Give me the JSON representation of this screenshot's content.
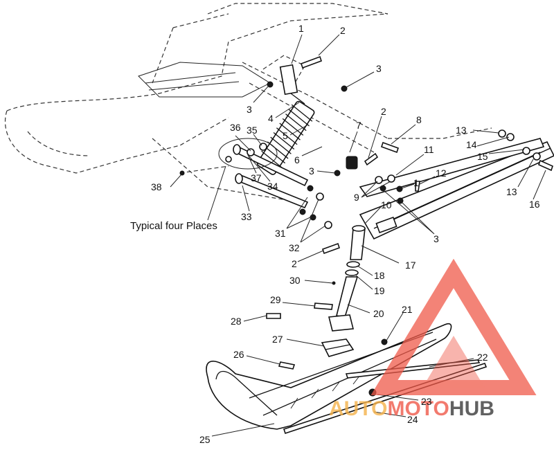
{
  "diagram": {
    "caption": "Typical four Places",
    "callouts": [
      "1",
      "2",
      "3",
      "3",
      "4",
      "5",
      "6",
      "7",
      "2",
      "8",
      "3",
      "13",
      "14",
      "15",
      "13",
      "16",
      "11",
      "12",
      "9",
      "1",
      "10",
      "3",
      "36",
      "35",
      "37",
      "34",
      "38",
      "33",
      "31",
      "32",
      "2",
      "17",
      "18",
      "19",
      "30",
      "29",
      "20",
      "28",
      "27",
      "26",
      "21",
      "22",
      "23",
      "24",
      "25"
    ]
  },
  "watermark": {
    "part1": "AUTO",
    "part2": "MOTO",
    "part3": "HUB",
    "color_primary": "#f05a4a",
    "color_secondary": "#f5b24a",
    "color_dark": "#3a3a3a"
  }
}
